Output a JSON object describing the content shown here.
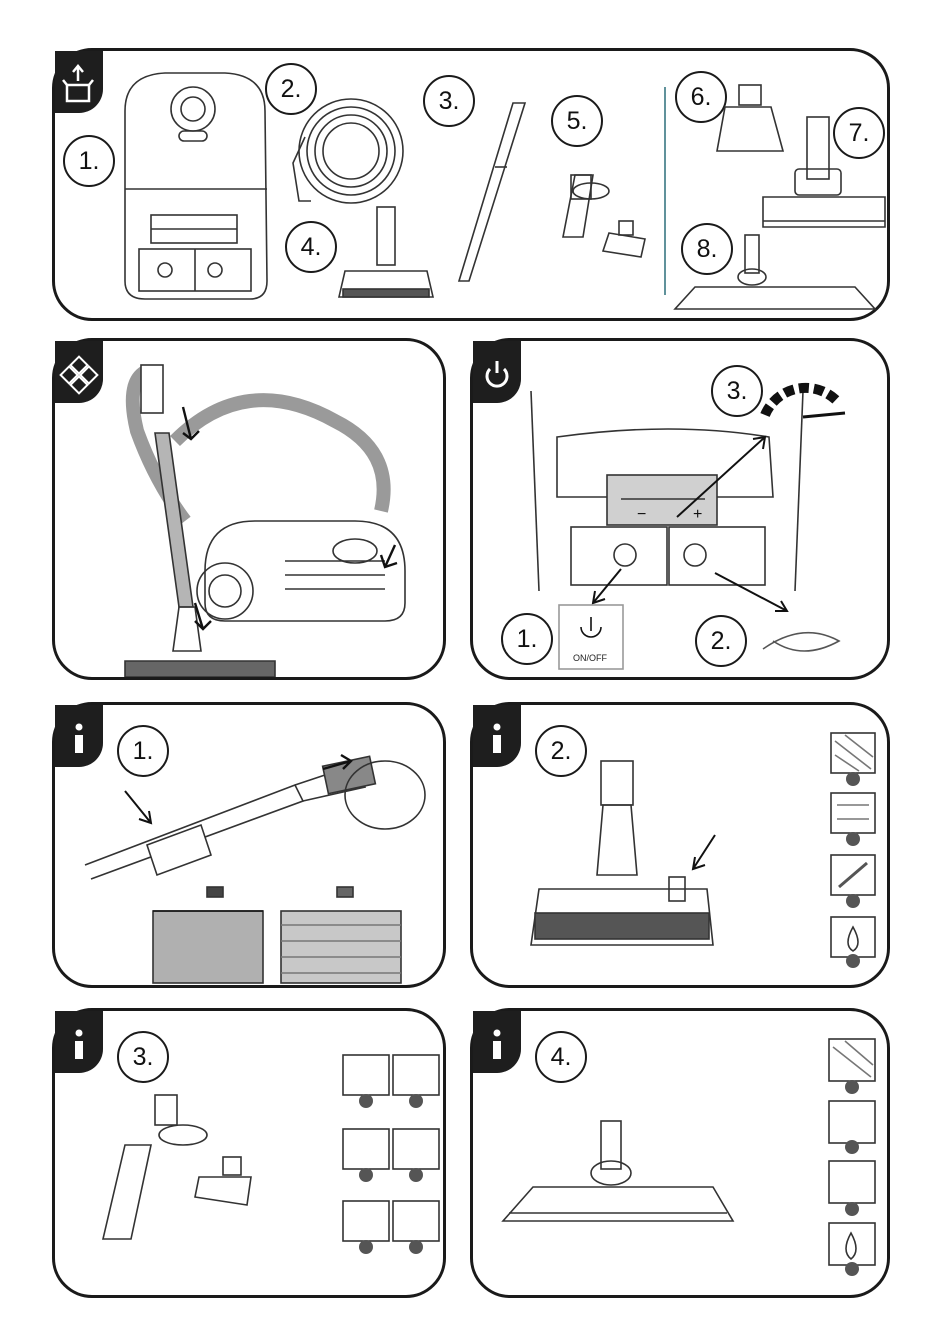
{
  "panel_contents": {
    "parts_labels": [
      "1.",
      "2.",
      "3.",
      "4.",
      "5.",
      "6.",
      "7.",
      "8."
    ]
  },
  "panel_operation": {
    "labels": [
      "1.",
      "2.",
      "3."
    ],
    "onoff_label": "ON/OFF",
    "power_minus": "−",
    "power_plus": "+"
  },
  "panel_info1": {
    "label": "1."
  },
  "panel_info2": {
    "label": "2."
  },
  "panel_info3": {
    "label": "3."
  },
  "panel_info4": {
    "label": "4."
  },
  "icons": {
    "unbox": "unbox-icon",
    "assembly": "assembly-puzzle-icon",
    "power": "power-icon",
    "info": "info-icon",
    "check": "check-icon",
    "cross": "cross-icon"
  },
  "colors": {
    "ink": "#1a1a1a",
    "badge": "#1e1e1e",
    "grey": "#8c8c8c",
    "divider": "#2c6f7a"
  }
}
